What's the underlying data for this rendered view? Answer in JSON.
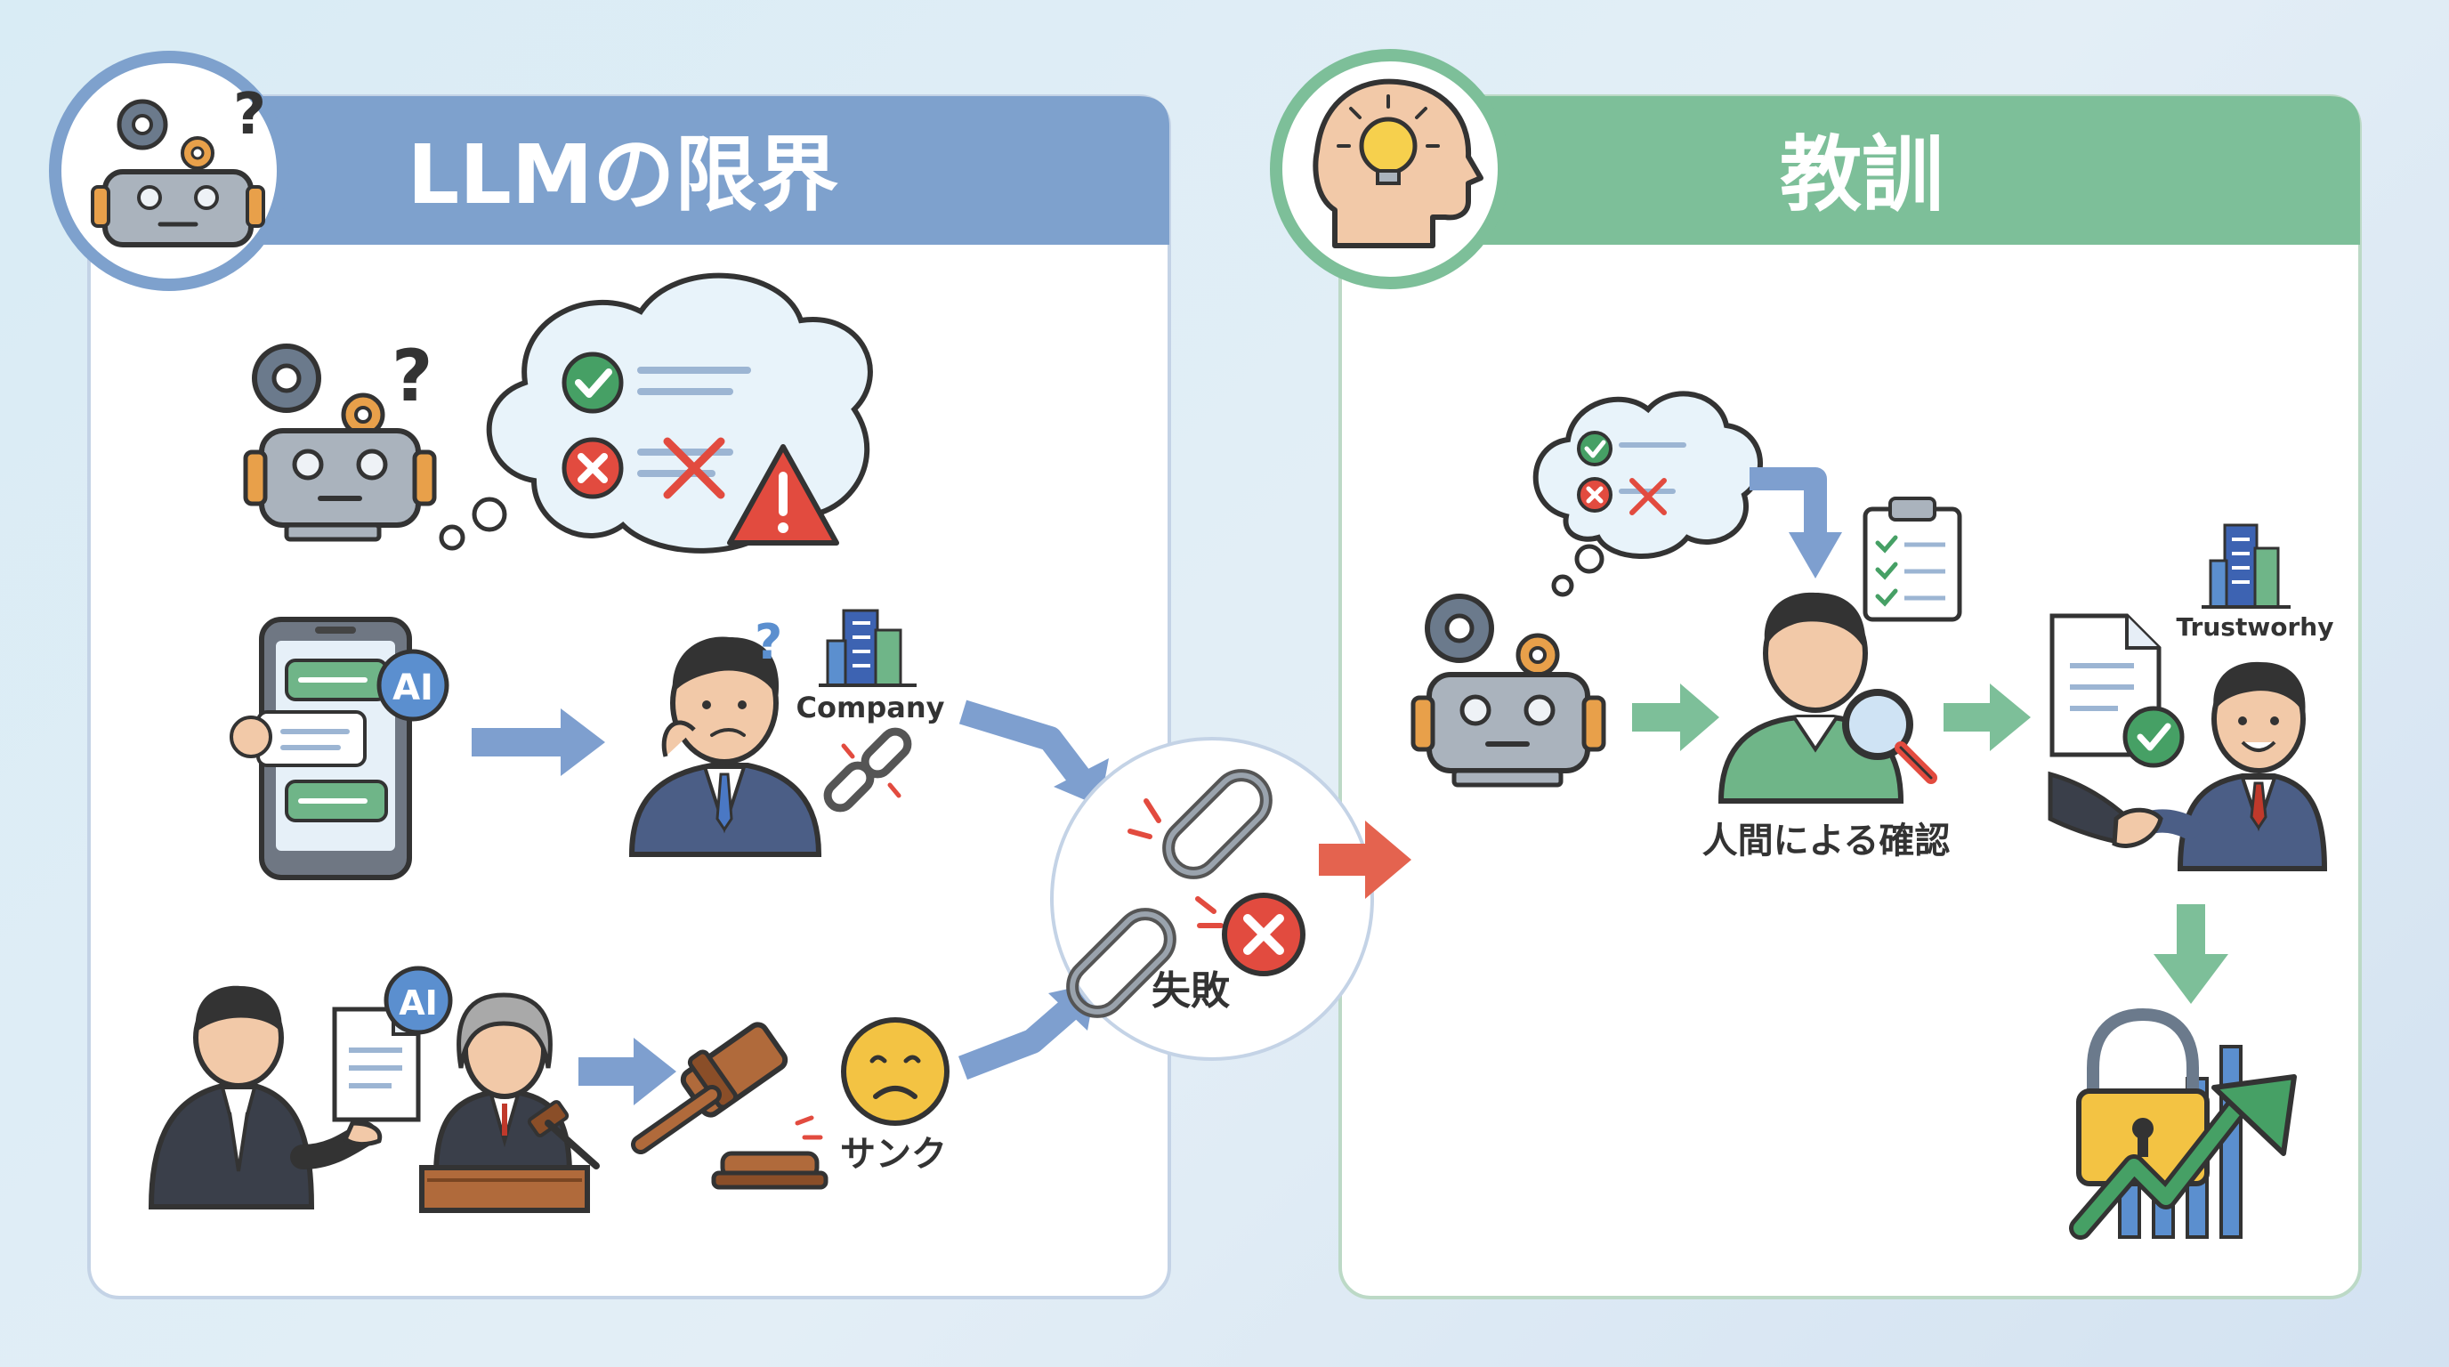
{
  "left_panel": {
    "title": "LLMの限界",
    "labels": {
      "ai_chat": "AI",
      "ai_doc": "AI",
      "company": "Company",
      "sanctions": "サンク",
      "failure": "失敗"
    }
  },
  "right_panel": {
    "title": "教訓",
    "labels": {
      "human_check": "人間による確認",
      "trustworthy": "Trustworhy"
    }
  },
  "colors": {
    "left_accent": "#7ea1cd",
    "right_accent": "#7dbf99",
    "arrow_blue": "#7e9fcf",
    "arrow_green": "#7dbf99",
    "arrow_red": "#e4634f",
    "error_red": "#e24b3f",
    "check_green": "#46a065"
  }
}
